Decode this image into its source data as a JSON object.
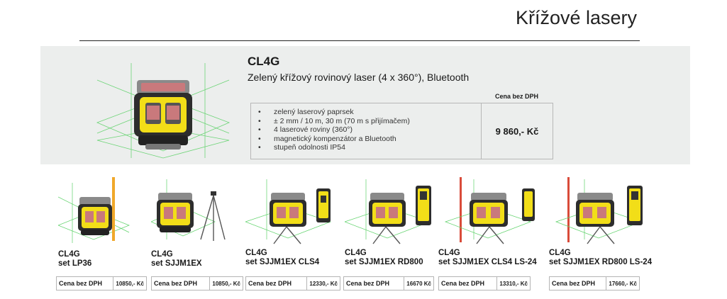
{
  "page": {
    "title": "Křížové lasery"
  },
  "hero": {
    "model": "CL4G",
    "subtitle": "Zelený křížový rovinový laser (4 x 360°), Bluetooth",
    "price_header": "Cena bez DPH",
    "price": "9 860,- Kč",
    "features": [
      "zelený laserový paprsek",
      "± 2 mm / 10 m, 30 m (70 m s přijímačem)",
      "4 laserové roviny (360°)",
      "magnetický kompenzátor a Bluetooth",
      "stupeň odolnosti IP54"
    ]
  },
  "variants": [
    {
      "line1": "CL4G",
      "line2": "set LP36",
      "price_label": "Cena bez DPH",
      "price": "10850,- Kč"
    },
    {
      "line1": "CL4G",
      "line2": "set SJJM1EX",
      "price_label": "Cena bez DPH",
      "price": "10850,- Kč"
    },
    {
      "line1": "CL4G",
      "line2": "set SJJM1EX CLS4",
      "price_label": "Cena bez DPH",
      "price": "12330,- Kč"
    },
    {
      "line1": "CL4G",
      "line2": "set SJJM1EX RD800",
      "price_label": "Cena bez DPH",
      "price": "16670 Kč"
    },
    {
      "line1": "CL4G",
      "line2": "set SJJM1EX CLS4 LS-24",
      "price_label": "Cena bez DPH",
      "price": "13310,- Kč"
    },
    {
      "line1": "CL4G",
      "line2": "set SJJM1EX RD800 LS-24",
      "price_label": "Cena bez DPH",
      "price": "17660,- Kč"
    }
  ],
  "colors": {
    "accent_yellow": "#f5e21b",
    "laser_green": "#38c74a",
    "panel_gray": "#eceeed"
  }
}
